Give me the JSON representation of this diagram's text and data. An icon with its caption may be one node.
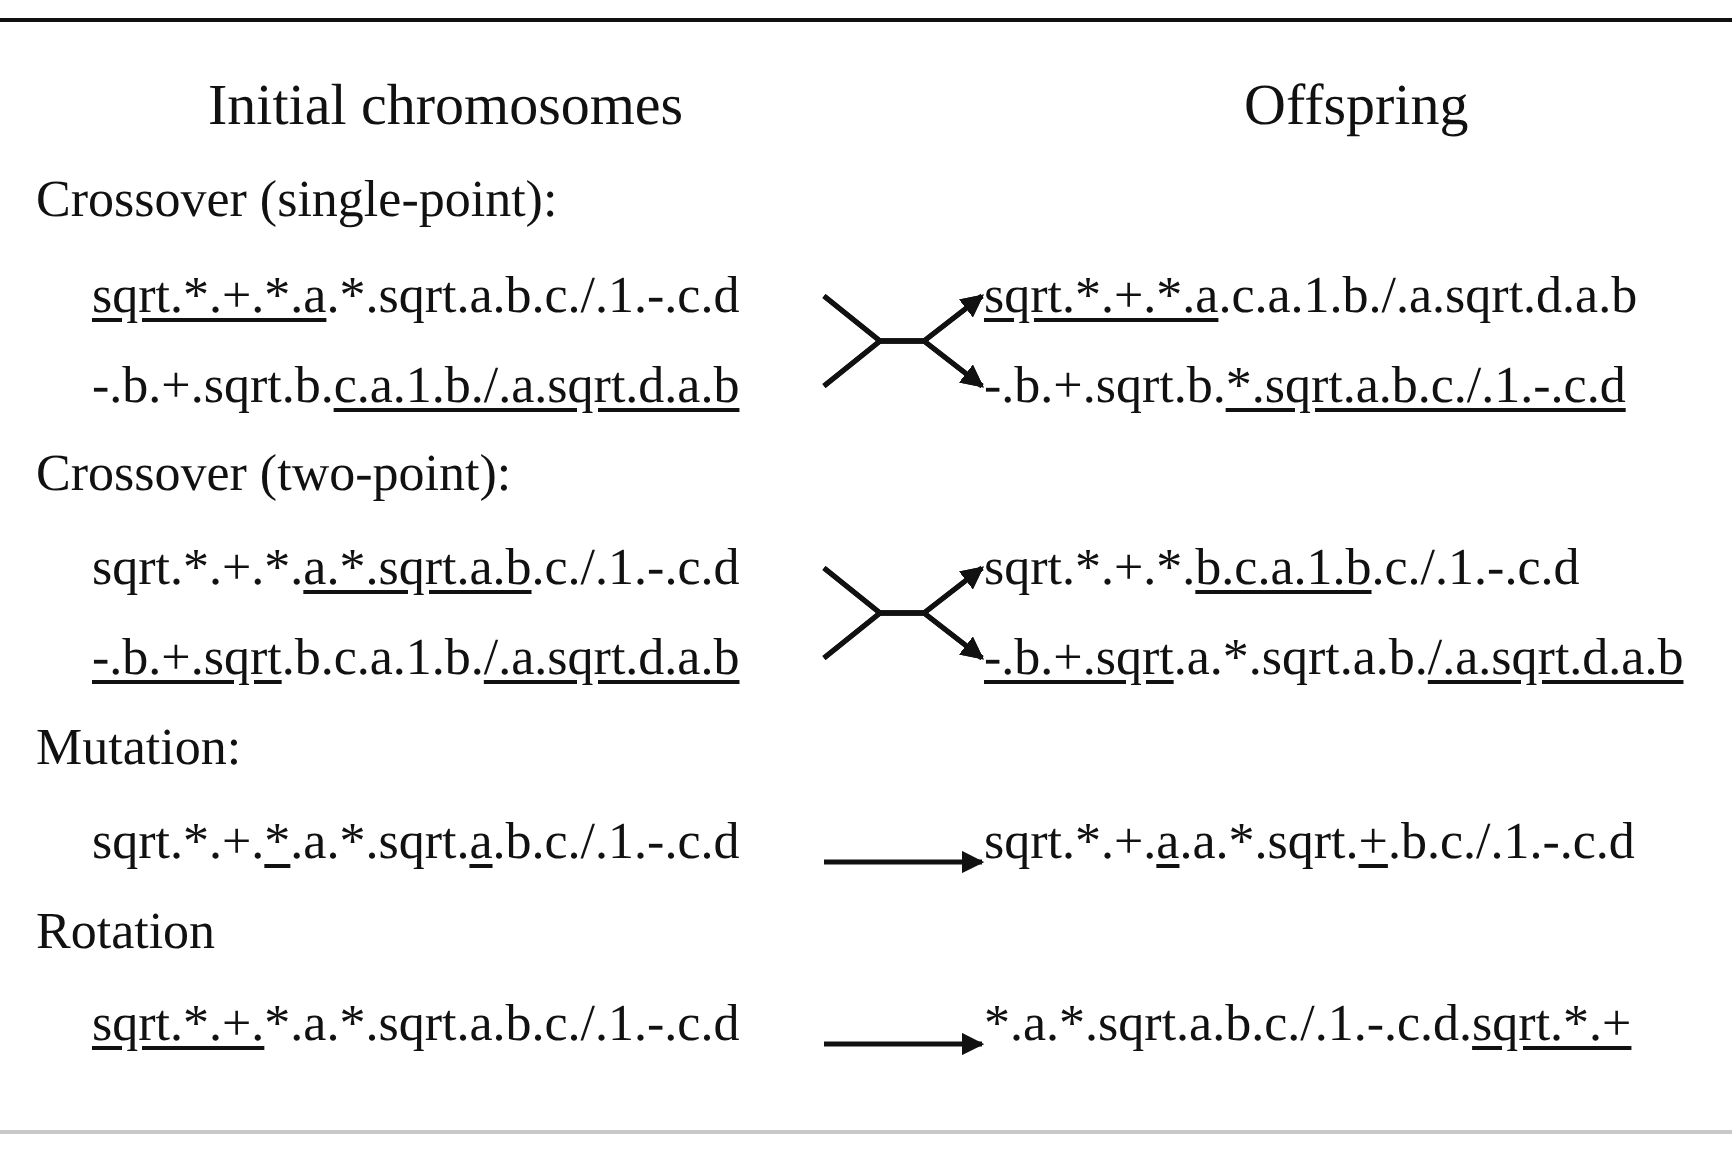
{
  "diagram": {
    "nodes": [
      {
        "text": [
          "sqrt.*.+.*.a.*.sqrt.a.b.c./.1.-.c.d"
        ]
      },
      {
        "text": [
          "-.b.+.sqrt.b.c.a.1.b./.a.sqrt.d.a.b"
        ]
      },
      {
        "text": [
          "sqrt.*.+.*.a.c.a.1.b./.a.sqrt.d.a.b"
        ]
      },
      {
        "text": [
          "-.b.+.sqrt.b.*.sqrt.a.b.c./.1.-.c.d"
        ]
      },
      {
        "text": [
          "sqrt.*.+.*.a.*.sqrt.a.b.c./.1.-.c.d"
        ]
      },
      {
        "text": [
          "-.b.+.sqrt.b.c.a.1.b./.a.sqrt.d.a.b"
        ]
      },
      {
        "text": [
          "sqrt.*.+.*.b.c.a.1.b.c./.1.-.c.d"
        ]
      },
      {
        "text": [
          "-.b.+.sqrt.a.*.sqrt.a.b./.a.sqrt.d.a.b"
        ]
      },
      {
        "text": [
          "sqrt.*.+.*.a.*.sqrt.a.b.c./.1.-.c.d"
        ]
      },
      {
        "text": [
          "sqrt.*.+.a.a.*.sqrt.+.b.c./.1.-.c.d"
        ]
      },
      {
        "text": [
          "sqrt.*.+.*.a.*.sqrt.a.b.c./.1.-.c.d"
        ]
      },
      {
        "text": [
          "*.a.*.sqrt.a.b.c./.1.-.c.d.sqrt.*.+"
        ]
      }
    ],
    "edges": [
      {
        "from": 0,
        "to": 2,
        "arrow": "to"
      },
      {
        "from": 0,
        "to": 3,
        "arrow": "to"
      },
      {
        "from": 1,
        "to": 2,
        "arrow": "to"
      },
      {
        "from": 1,
        "to": 3,
        "arrow": "to"
      },
      {
        "from": 4,
        "to": 6,
        "arrow": "to"
      },
      {
        "from": 4,
        "to": 7,
        "arrow": "to"
      },
      {
        "from": 5,
        "to": 6,
        "arrow": "to"
      },
      {
        "from": 5,
        "to": 7,
        "arrow": "to"
      },
      {
        "from": 8,
        "to": 9,
        "arrow": "to"
      },
      {
        "from": 10,
        "to": 11,
        "arrow": "to"
      }
    ],
    "labels": [
      "Initial chromosomes",
      "Offspring",
      "Crossover (single-point):",
      "Crossover (two-point):",
      "Mutation:",
      "Rotation"
    ]
  }
}
